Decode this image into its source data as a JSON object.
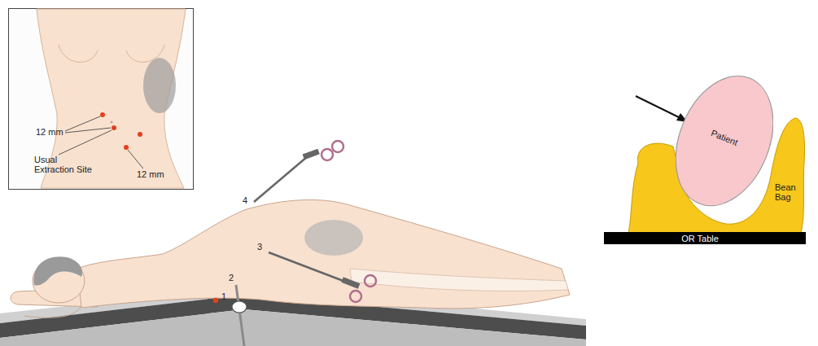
{
  "diagram": {
    "nodes": [
      {
        "text": [
          "Patient"
        ]
      },
      {
        "text": [
          "Bean Bag"
        ]
      },
      {
        "text": [
          "OR Table"
        ]
      }
    ],
    "labels": [
      "12 mm",
      "Usual Extraction Site",
      "12 mm",
      "1",
      "2",
      "3",
      "4"
    ]
  }
}
